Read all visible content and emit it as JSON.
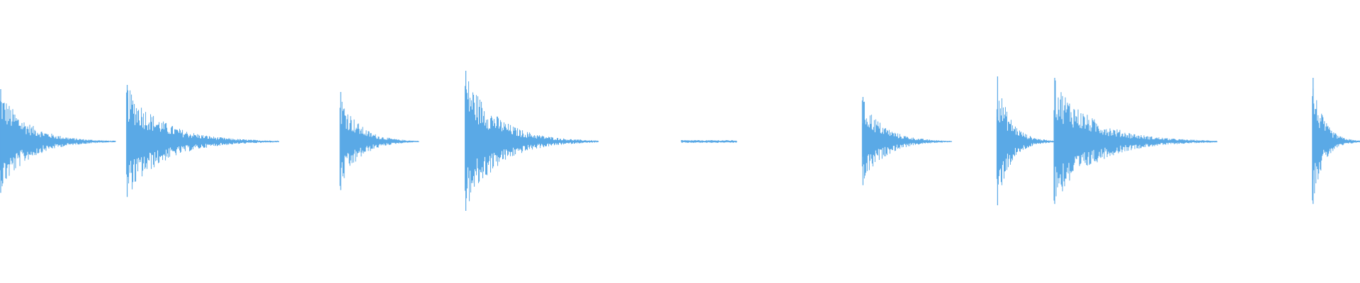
{
  "colors": {
    "background": "#ffffff",
    "waveform": "#5aa9e6"
  },
  "chart_data": {
    "type": "area",
    "title": "",
    "xlabel": "",
    "ylabel": "",
    "grid": false,
    "legend": "none",
    "ylim": [
      -1,
      1
    ],
    "xlim": [
      0,
      1
    ],
    "transients": [
      {
        "start": 0.0,
        "end": 0.085,
        "peak": 0.74
      },
      {
        "start": 0.093,
        "end": 0.205,
        "peak": 0.8
      },
      {
        "start": 0.25,
        "end": 0.308,
        "peak": 0.7
      },
      {
        "start": 0.342,
        "end": 0.44,
        "peak": 1.0
      },
      {
        "start": 0.501,
        "end": 0.542,
        "peak": 0.02
      },
      {
        "start": 0.634,
        "end": 0.7,
        "peak": 0.63
      },
      {
        "start": 0.733,
        "end": 0.775,
        "peak": 0.92
      },
      {
        "start": 0.775,
        "end": 0.895,
        "peak": 0.9
      },
      {
        "start": 0.965,
        "end": 1.0,
        "peak": 0.9
      }
    ]
  }
}
